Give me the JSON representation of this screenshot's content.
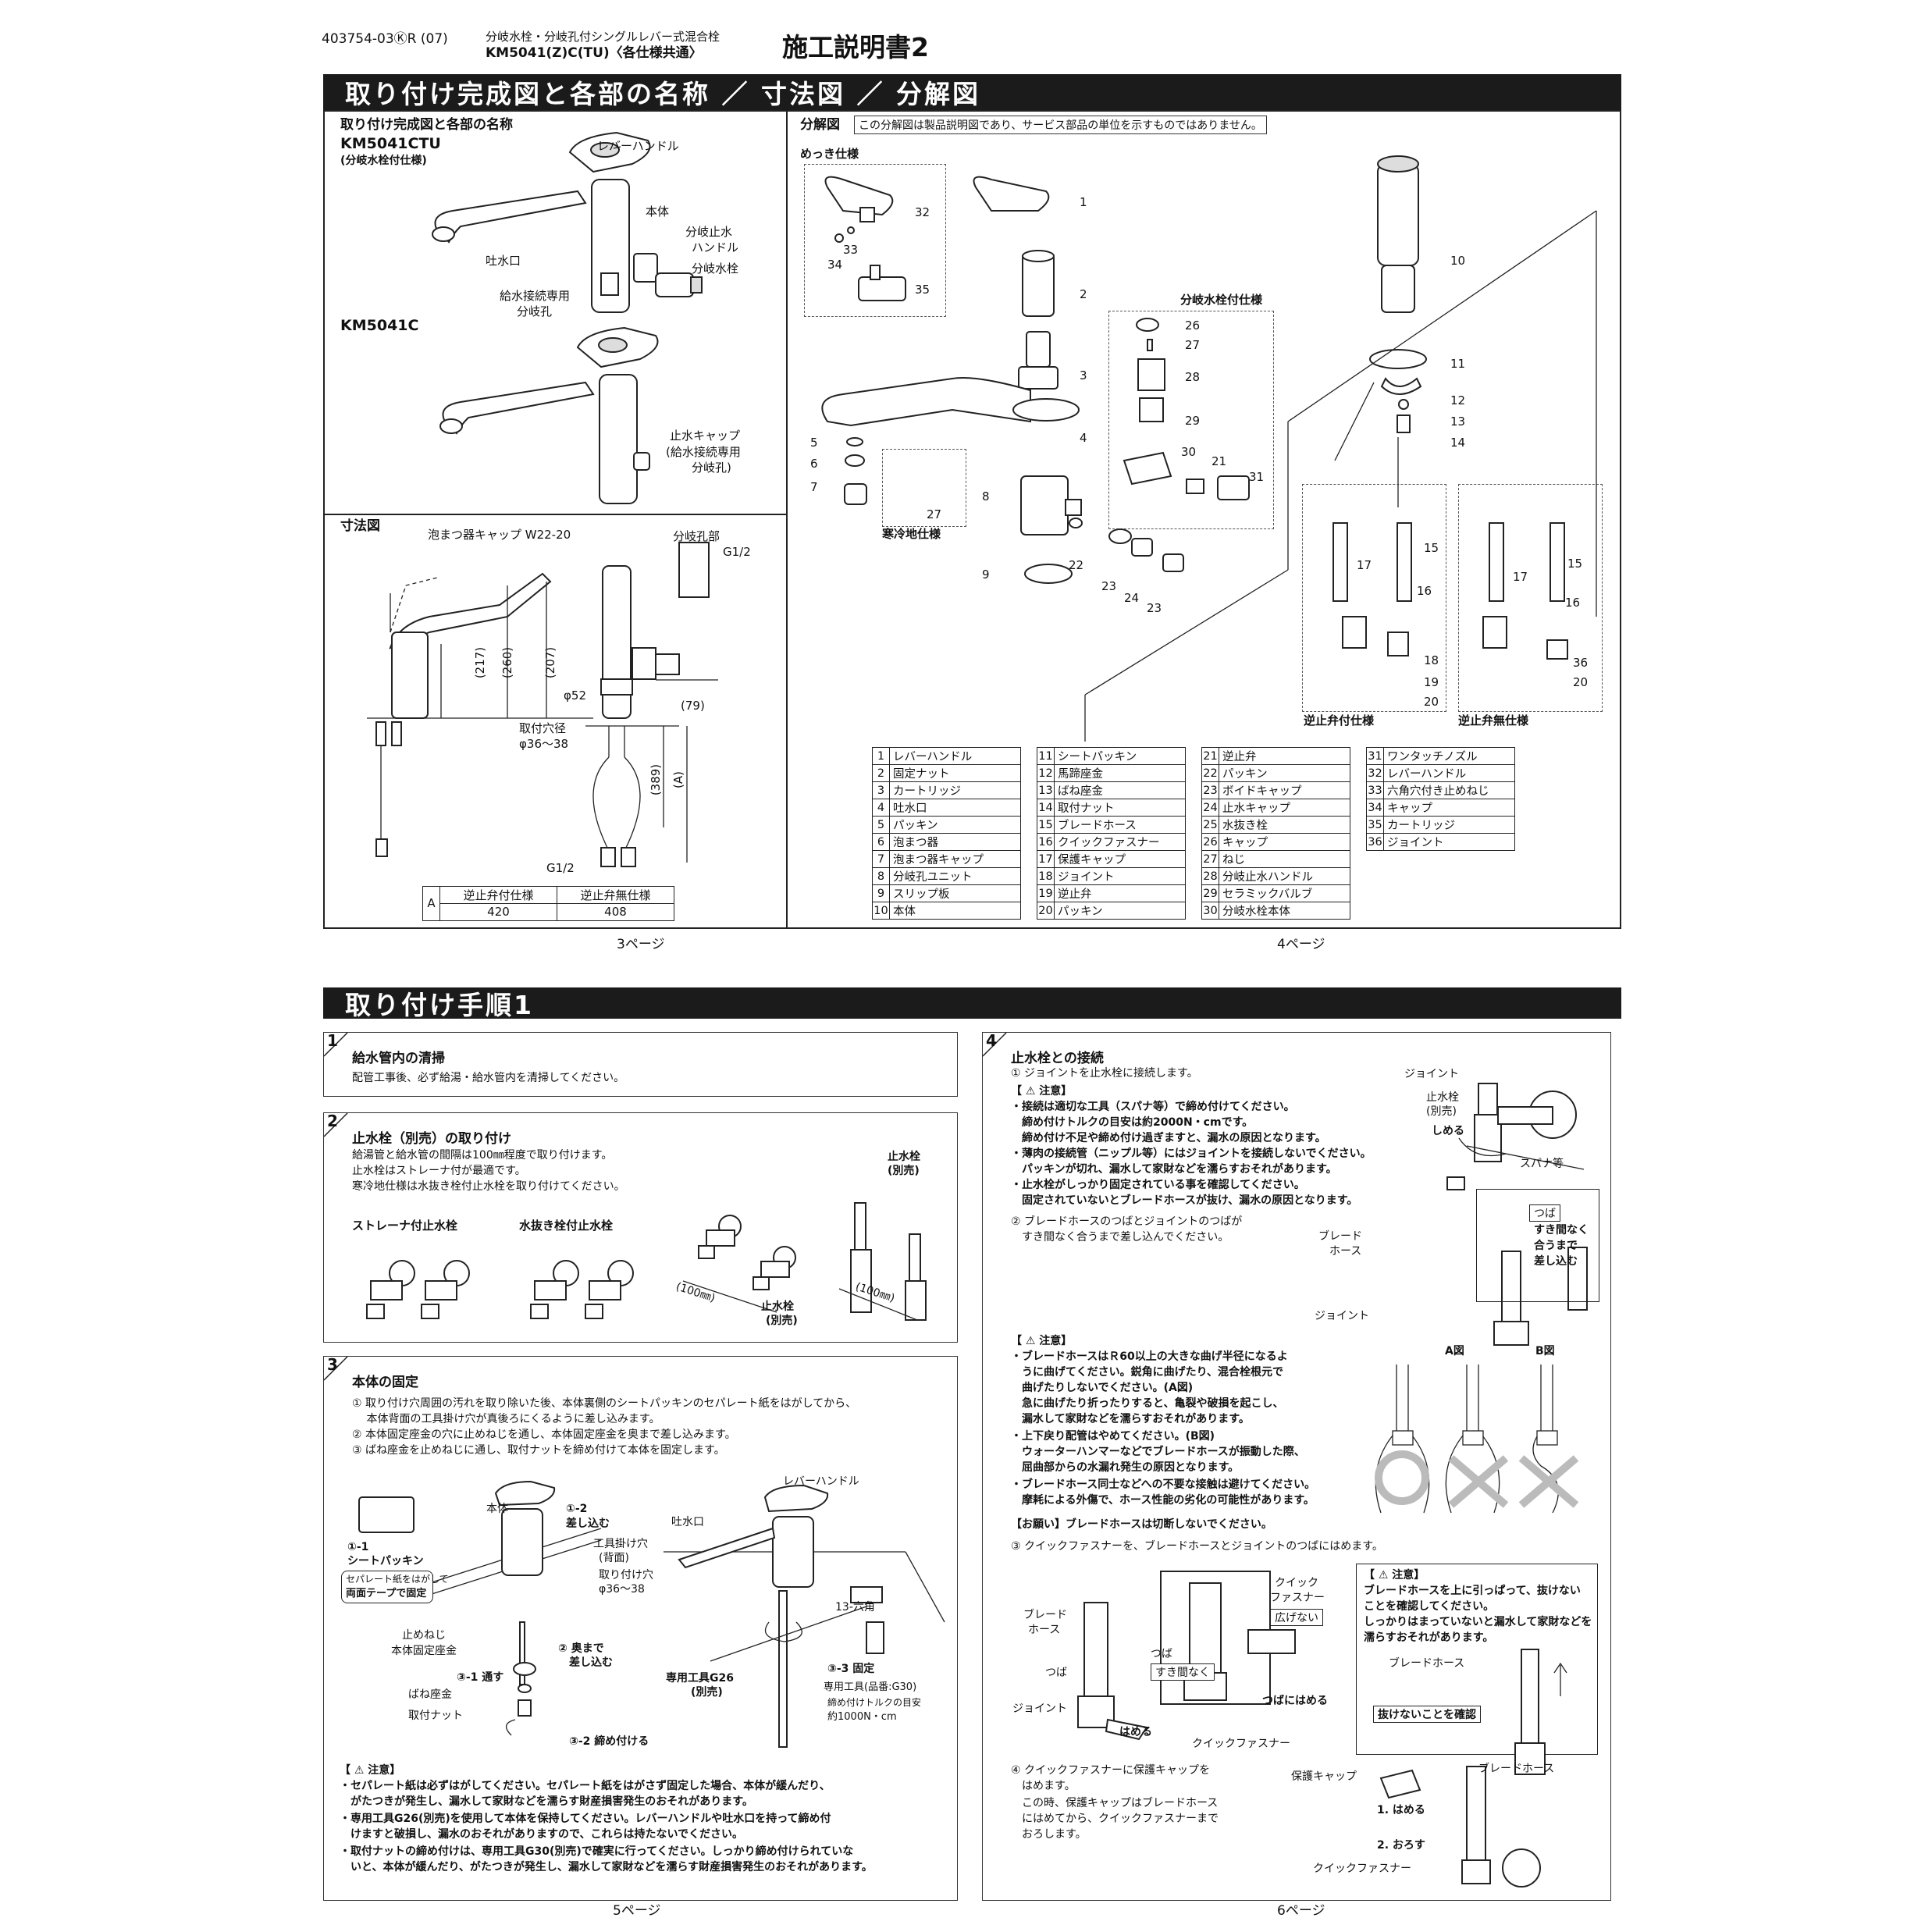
{
  "header": {
    "doc_code": "403754-03ⓀR (07)",
    "product_line1": "分岐水栓・分岐孔付シングルレバー式混合栓",
    "product_line2": "KM5041(Z)C(TU)〈各仕様共通〉",
    "title": "施工説明書2"
  },
  "section_top": {
    "title": "取り付け完成図と各部の名称 ／ 寸法図 ／ 分解図"
  },
  "completion": {
    "heading": "取り付け完成図と各部の名称",
    "model_a": "KM5041CTU",
    "model_a_sub": "(分岐水栓付仕様)",
    "model_b": "KM5041C",
    "labels_a": [
      "レバーハンドル",
      "本体",
      "分岐止水",
      "ハンドル",
      "分岐水栓",
      "吐水口",
      "給水接続専用",
      "分岐孔"
    ],
    "labels_b": [
      "止水キャップ",
      "(給水接続専用",
      "分岐孔)"
    ]
  },
  "dimension": {
    "heading": "寸法図",
    "cap_label": "泡まつ器キャップ W22-20",
    "branch_label": "分岐孔部",
    "thread_top": "G1/2",
    "dims": [
      "(217)",
      "(260)",
      "(207)",
      "φ52",
      "(79)",
      "(389)",
      "(A)"
    ],
    "mount_label": "取付穴径",
    "mount_value": "φ36～38",
    "thread_bottom": "G1/2",
    "table": {
      "row_label": "A",
      "col1": "逆止弁付仕様",
      "col2": "逆止弁無仕様",
      "val1": "420",
      "val2": "408"
    }
  },
  "exploded": {
    "heading": "分解図",
    "note": "この分解図は製品説明図であり、サービス部品の単位を示すものではありません。",
    "plating": "めっき仕様",
    "branch_spec": "分岐水栓付仕様",
    "cold_spec": "寒冷地仕様",
    "check_with": "逆止弁付仕様",
    "check_without": "逆止弁無仕様",
    "numbers": [
      "1",
      "2",
      "3",
      "4",
      "5",
      "6",
      "7",
      "8",
      "9",
      "10",
      "11",
      "12",
      "13",
      "14",
      "15",
      "16",
      "17",
      "18",
      "19",
      "20",
      "21",
      "22",
      "23",
      "24",
      "23",
      "26",
      "27",
      "28",
      "29",
      "30",
      "31",
      "32",
      "33",
      "34",
      "35",
      "27",
      "15",
      "17",
      "16",
      "36",
      "20"
    ]
  },
  "parts_table": [
    [
      [
        "1",
        "レバーハンドル"
      ],
      [
        "2",
        "固定ナット"
      ],
      [
        "3",
        "カートリッジ"
      ],
      [
        "4",
        "吐水口"
      ],
      [
        "5",
        "パッキン"
      ],
      [
        "6",
        "泡まつ器"
      ],
      [
        "7",
        "泡まつ器キャップ"
      ],
      [
        "8",
        "分岐孔ユニット"
      ],
      [
        "9",
        "スリップ板"
      ],
      [
        "10",
        "本体"
      ]
    ],
    [
      [
        "11",
        "シートパッキン"
      ],
      [
        "12",
        "馬蹄座金"
      ],
      [
        "13",
        "ばね座金"
      ],
      [
        "14",
        "取付ナット"
      ],
      [
        "15",
        "ブレードホース"
      ],
      [
        "16",
        "クイックファスナー"
      ],
      [
        "17",
        "保護キャップ"
      ],
      [
        "18",
        "ジョイント"
      ],
      [
        "19",
        "逆止弁"
      ],
      [
        "20",
        "パッキン"
      ]
    ],
    [
      [
        "21",
        "逆止弁"
      ],
      [
        "22",
        "パッキン"
      ],
      [
        "23",
        "ボイドキャップ"
      ],
      [
        "24",
        "止水キャップ"
      ],
      [
        "25",
        "水抜き栓"
      ],
      [
        "26",
        "キャップ"
      ],
      [
        "27",
        "ねじ"
      ],
      [
        "28",
        "分岐止水ハンドル"
      ],
      [
        "29",
        "セラミックバルブ"
      ],
      [
        "30",
        "分岐水栓本体"
      ]
    ],
    [
      [
        "31",
        "ワンタッチノズル"
      ],
      [
        "32",
        "レバーハンドル"
      ],
      [
        "33",
        "六角穴付き止めねじ"
      ],
      [
        "34",
        "キャップ"
      ],
      [
        "35",
        "カートリッジ"
      ],
      [
        "36",
        "ジョイント"
      ]
    ]
  ],
  "page_top_left": "3ページ",
  "page_top_right": "4ページ",
  "section_bottom": {
    "title": "取り付け手順1"
  },
  "step1": {
    "num": "1",
    "title": "給水管内の清掃",
    "text": "配管工事後、必ず給湯・給水管内を清掃してください。"
  },
  "step2": {
    "num": "2",
    "title": "止水栓（別売）の取り付け",
    "lines": [
      "給湯管と給水管の間隔は100㎜程度で取り付けます。",
      "止水栓はストレーナ付が最適です。",
      "寒冷地仕様は水抜き栓付止水栓を取り付けてください。"
    ],
    "label_strainer": "ストレーナ付止水栓",
    "label_drain": "水抜き栓付止水栓",
    "stop_valve": "止水栓",
    "sold_separately": "(別売)",
    "dim1": "(100㎜)",
    "dim2": "(100㎜)",
    "stop_valve2": "止水栓",
    "sold_separately2": "(別売)"
  },
  "step3": {
    "num": "3",
    "title": "本体の固定",
    "lines": [
      "① 取り付け穴周囲の汚れを取り除いた後、本体裏側のシートパッキンのセパレート紙をはがしてから、",
      "　 本体背面の工具掛け穴が真後ろにくるように差し込みます。",
      "② 本体固定座金の穴に止めねじを通し、本体固定座金を奥まで差し込みます。",
      "③ ばね座金を止めねじに通し、取付ナットを締め付けて本体を固定します。"
    ],
    "labels": {
      "body": "本体",
      "s1_2": "①-2",
      "insert": "差し込む",
      "tool_hole": "工具掛け穴",
      "back": "(背面)",
      "mount_hole": "取り付け穴",
      "mount_val": "φ36～38",
      "s1_1": "①-1",
      "seat_packing": "シートパッキン",
      "sep1": "セパレート紙をはがして",
      "sep2": "両面テープで固定",
      "set_screw": "止めねじ",
      "fix_washer": "本体固定座金",
      "s2": "② 奥まで",
      "s2b": "差し込む",
      "s3_1": "③-1 通す",
      "spring": "ばね座金",
      "nut": "取付ナット",
      "s3_2": "③-2 締め付ける",
      "lever": "レバーハンドル",
      "spout": "吐水口",
      "hex": "13-六角",
      "tool_g26": "専用工具G26",
      "tool_g26b": "(別売)",
      "s3_3": "③-3 固定",
      "tool_g30": "専用工具(品番:G30)",
      "torque": "締め付けトルクの目安",
      "torque_val": "約1000N・cm"
    },
    "caution_title": "【 ⚠ 注意】",
    "caution": [
      "・セパレート紙は必ずはがしてください。セパレート紙をはがさず固定した場合、本体が緩んだり、",
      "　がたつきが発生し、漏水して家財などを濡らす財産損害発生のおそれがあります。",
      "・専用工具G26(別売)を使用して本体を保持してください。レバーハンドルや吐水口を持って締め付",
      "　けますと破損し、漏水のおそれがありますので、これらは持たないでください。",
      "・取付ナットの締め付けは、専用工具G30(別売)で確実に行ってください。しっかり締め付けられていな",
      "　いと、本体が緩んだり、がたつきが発生し、漏水して家財などを濡らす財産損害発生のおそれがあります。"
    ]
  },
  "step4": {
    "num": "4",
    "title": "止水栓との接続",
    "line1": "① ジョイントを止水栓に接続します。",
    "caution_title": "【 ⚠ 注意】",
    "caution1": [
      "・接続は適切な工具（スパナ等）で締め付けてください。",
      "　締め付けトルクの目安は約2000N・cmです。",
      "　締め付け不足や締め付け過ぎますと、漏水の原因となります。",
      "・薄肉の接続管（ニップル等）にはジョイントを接続しないでください。",
      "　パッキンが切れ、漏水して家財などを濡らすおそれがあります。",
      "・止水栓がしっかり固定されている事を確認してください。",
      "　固定されていないとブレードホースが抜け、漏水の原因となります。"
    ],
    "line2": [
      "② ブレードホースのつばとジョイントのつばが",
      "　すき間なく合うまで差し込んでください。"
    ],
    "l_joint": "ジョイント",
    "l_stop": "止水栓",
    "l_stop2": "(別売)",
    "l_tighten": "しめる",
    "l_spanner": "スパナ等",
    "l_braid": "ブレード",
    "l_braid2": "ホース",
    "l_joint2": "ジョイント",
    "l_flange": "つば",
    "l_gap": "すき間なく",
    "l_gap2": "合うまで",
    "l_gap3": "差し込む",
    "caution2": [
      "・ブレードホースはＲ60以上の大きな曲げ半径になるよ",
      "　うに曲げてください。鋭角に曲げたり、混合栓根元で",
      "　曲げたりしないでください。(A図)",
      "　急に曲げたり折ったりすると、亀裂や破損を起こし、",
      "　漏水して家財などを濡らすおそれがあります。",
      "・上下戻り配管はやめてください。(B図)",
      "　ウォーターハンマーなどでブレードホースが振動した際、",
      "　屈曲部からの水漏れ発生の原因となります。",
      "・ブレードホース同士などへの不要な接触は避けてください。",
      "　摩耗による外傷で、ホース性能の劣化の可能性があります。"
    ],
    "fig_a": "A図",
    "fig_b": "B図",
    "request": "【お願い】ブレードホースは切断しないでください。",
    "line3": "③ クイックファスナーを、ブレードホースとジョイントのつばにはめます。",
    "q_braid": "ブレード",
    "q_braid2": "ホース",
    "q_flange": "つば",
    "q_joint": "ジョイント",
    "q_fit": "はめる",
    "q_qf": "クイックファスナー",
    "q_qf2": "クイック",
    "q_qf3": "ファスナー",
    "q_spread": "広げない",
    "q_flange2": "つば",
    "q_gap": "すき間なく",
    "q_fit2": "つばにはめる",
    "caution3": [
      "ブレードホースを上に引っぱって、抜けない",
      "ことを確認してください。",
      "しっかりはまっていないと漏水して家財などを",
      "濡らすおそれがあります。"
    ],
    "pull_hose": "ブレードホース",
    "confirm": "抜けないことを確認",
    "line4": [
      "④ クイックファスナーに保護キャップを",
      "　はめます。",
      "　この時、保護キャップはブレードホース",
      "　にはめてから、クイックファスナーまで",
      "　おろします。"
    ],
    "c_cap": "保護キャップ",
    "c_hose": "ブレードホース",
    "c_fit": "1. はめる",
    "c_lower": "2. おろす",
    "c_qf": "クイックファスナー"
  },
  "page_bottom_left": "5ページ",
  "page_bottom_right": "6ページ"
}
